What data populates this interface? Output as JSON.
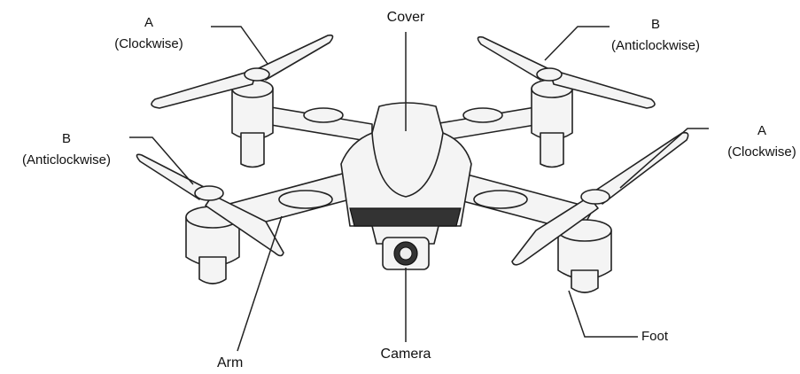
{
  "labels": {
    "prop_top_left": {
      "letter": "A",
      "direction": "(Clockwise)"
    },
    "prop_top_right": {
      "letter": "B",
      "direction": "(Anticlockwise)"
    },
    "prop_left": {
      "letter": "B",
      "direction": "(Anticlockwise)"
    },
    "prop_right": {
      "letter": "A",
      "direction": "(Clockwise)"
    },
    "cover": "Cover",
    "camera": "Camera",
    "arm": "Arm",
    "foot": "Foot"
  }
}
